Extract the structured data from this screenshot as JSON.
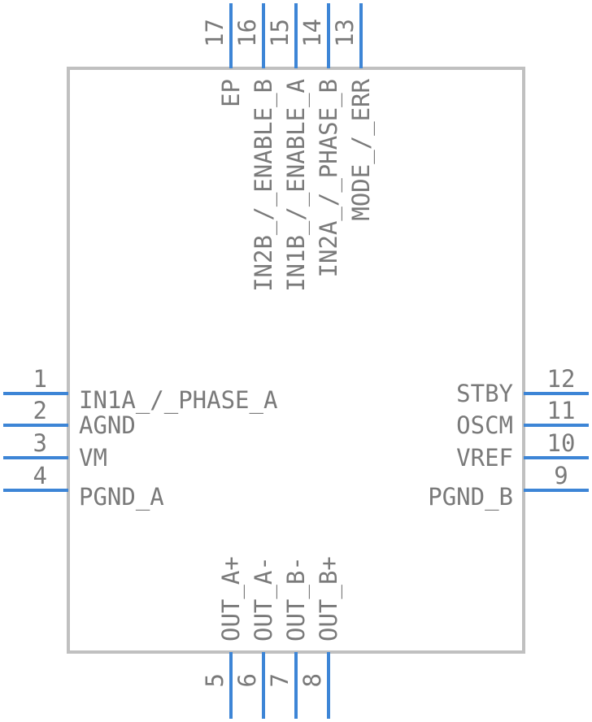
{
  "colors": {
    "body_stroke": "#c0c0c0",
    "pin": "#3d85d6",
    "text": "#7a7a7a"
  },
  "left_pins": [
    {
      "number": "1",
      "name": "IN1A_/_PHASE_A"
    },
    {
      "number": "2",
      "name": "AGND"
    },
    {
      "number": "3",
      "name": "VM"
    },
    {
      "number": "4",
      "name": "PGND_A"
    }
  ],
  "right_pins": [
    {
      "number": "12",
      "name": "STBY"
    },
    {
      "number": "11",
      "name": "OSCM"
    },
    {
      "number": "10",
      "name": "VREF"
    },
    {
      "number": "9",
      "name": "PGND_B"
    }
  ],
  "top_pins": [
    {
      "number": "17",
      "name": "EP"
    },
    {
      "number": "16",
      "name": "IN2B_/_ENABLE_B"
    },
    {
      "number": "15",
      "name": "IN1B_/_ENABLE_A"
    },
    {
      "number": "14",
      "name": "IN2A_/_PHASE_B"
    },
    {
      "number": "13",
      "name": "MODE_/_ERR"
    }
  ],
  "bottom_pins": [
    {
      "number": "5",
      "name": "OUT_A+"
    },
    {
      "number": "6",
      "name": "OUT_A-"
    },
    {
      "number": "7",
      "name": "OUT_B-"
    },
    {
      "number": "8",
      "name": "OUT_B+"
    }
  ]
}
